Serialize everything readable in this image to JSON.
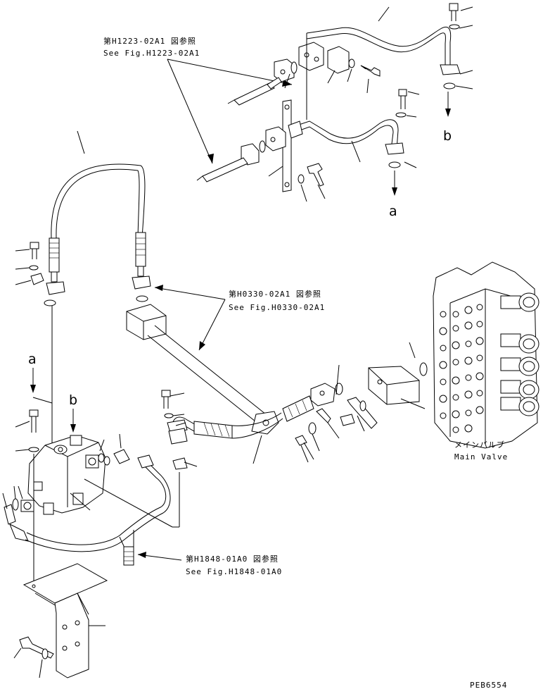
{
  "references": [
    {
      "jp": "第H1223-02A1 図参照",
      "en": "See Fig.H1223-02A1"
    },
    {
      "jp": "第H0330-02A1 図参照",
      "en": "See Fig.H0330-02A1"
    },
    {
      "jp": "第H1848-01A0 図参照",
      "en": "See Fig.H1848-01A0"
    }
  ],
  "main_valve": {
    "jp": "メインバルブ",
    "en": "Main Valve"
  },
  "markers": {
    "a": "a",
    "b": "b"
  },
  "figure_code": "PEB6554"
}
